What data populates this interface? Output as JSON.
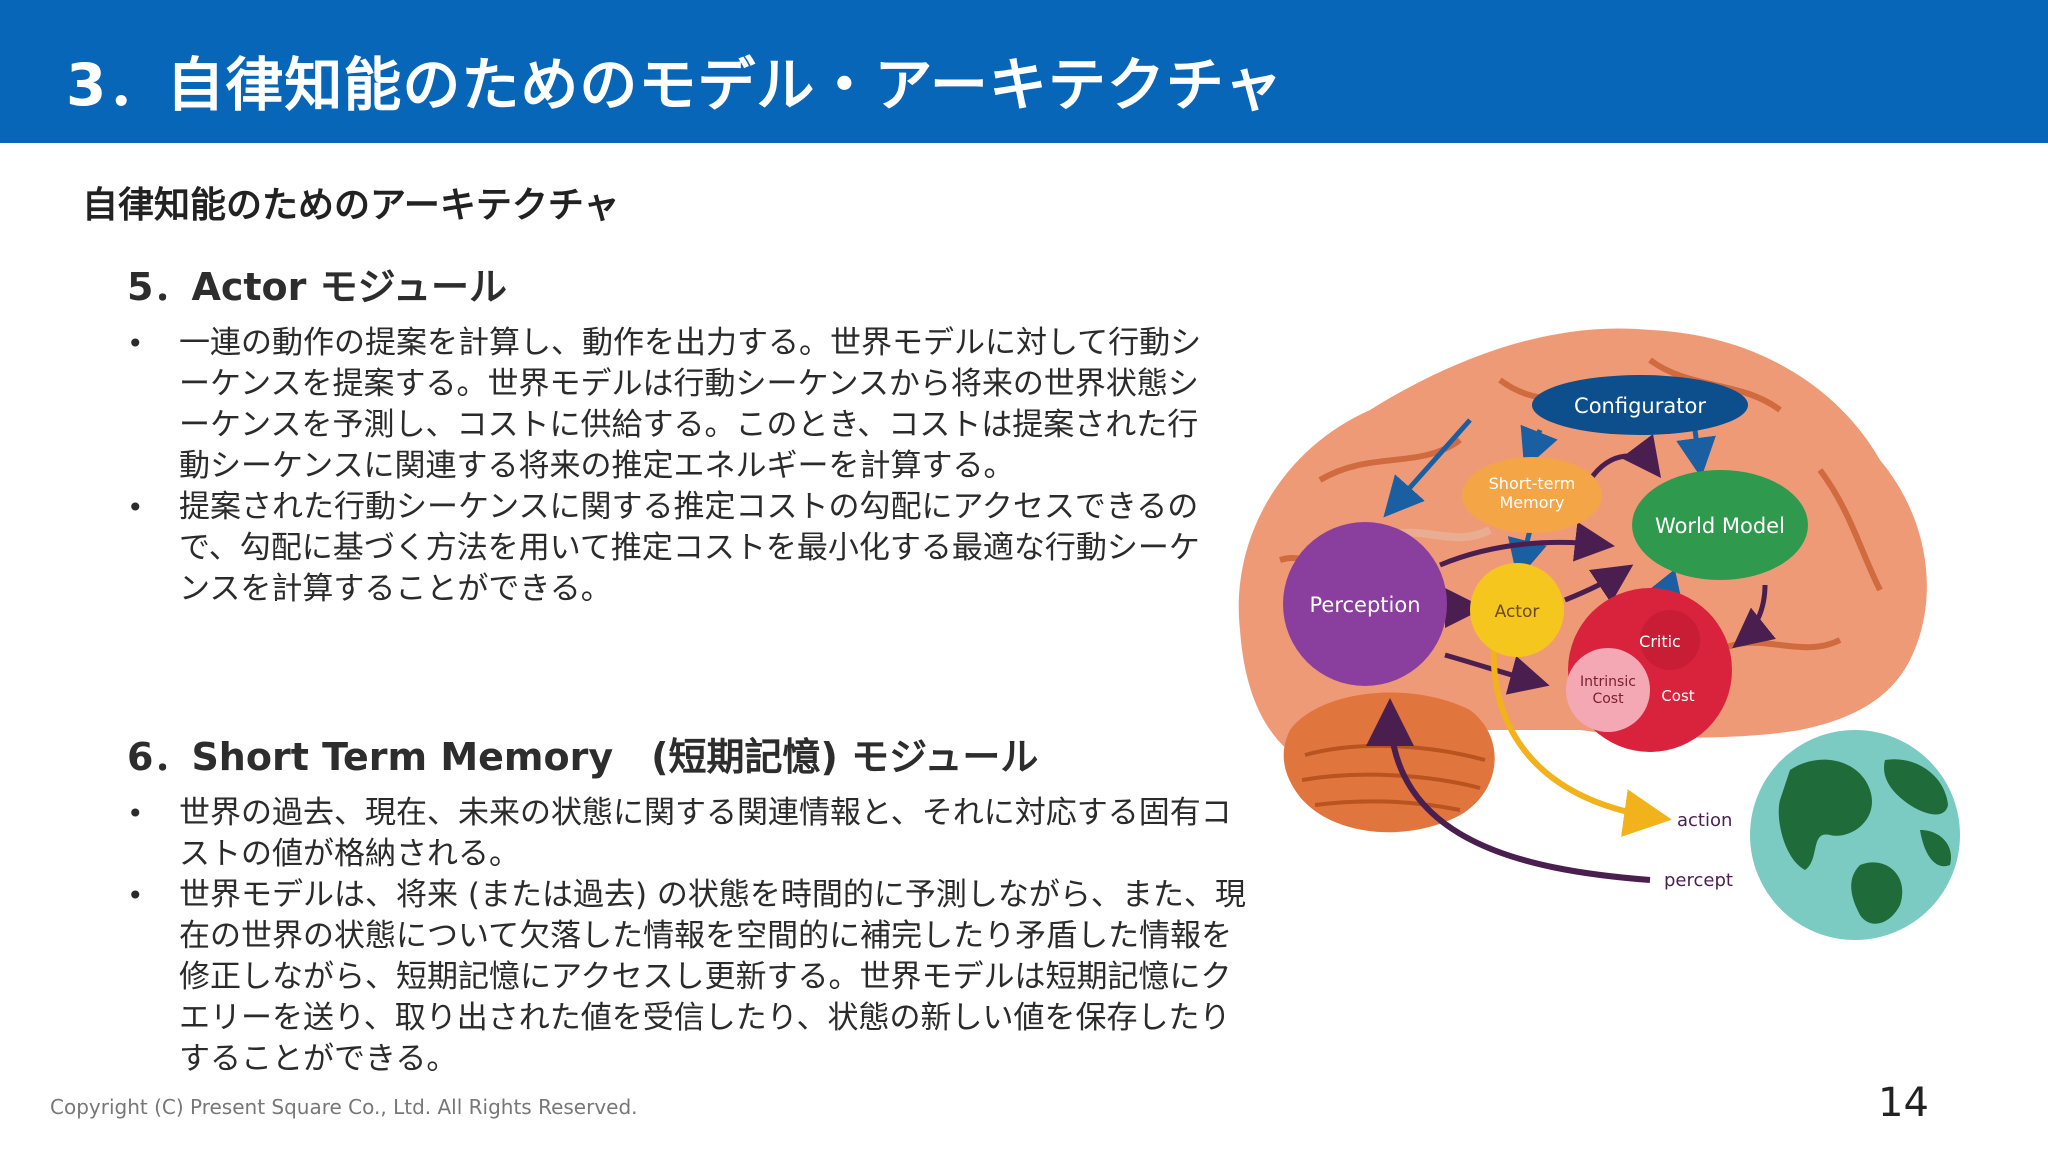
{
  "header": {
    "title": "3．自律知能のためのモデル・アーキテクチャ"
  },
  "subtitle": "自律知能のためのアーキテクチャ",
  "sections": [
    {
      "title": "5．Actor モジュール",
      "bullets": [
        "一連の動作の提案を計算し、動作を出力する。世界モデルに対して行動シーケンスを提案する。世界モデルは行動シーケンスから将来の世界状態シーケンスを予測し、コストに供給する。このとき、コストは提案された行動シーケンスに関連する将来の推定エネルギーを計算する。",
        "提案された行動シーケンスに関する推定コストの勾配にアクセスできるので、勾配に基づく方法を用いて推定コストを最小化する最適な行動シーケンスを計算することができる。"
      ]
    },
    {
      "title": "6．Short Term Memory　(短期記憶) モジュール",
      "bullets": [
        "世界の過去、現在、未来の状態に関する関連情報と、それに対応する固有コストの値が格納される。",
        "世界モデルは、将来 (または過去) の状態を時間的に予測しながら、また、現在の世界の状態について欠落した情報を空間的に補完したり矛盾した情報を修正しながら、短期記憶にアクセスし更新する。世界モデルは短期記憶にクエリーを送り、取り出された値を受信したり、状態の新しい値を保存したりすることができる。"
      ]
    }
  ],
  "diagram": {
    "nodes": {
      "configurator": "Configurator",
      "short_term_memory_line1": "Short-term",
      "short_term_memory_line2": "Memory",
      "world_model": "World Model",
      "perception": "Perception",
      "actor": "Actor",
      "critic": "Critic",
      "intrinsic_cost_line1": "Intrinsic",
      "intrinsic_cost_line2": "Cost",
      "cost": "Cost"
    },
    "labels": {
      "action": "action",
      "percept": "percept"
    },
    "colors": {
      "configurator": "#0d4f8c",
      "short_term_memory": "#f4a545",
      "world_model": "#2f9a4e",
      "perception": "#8a3f9e",
      "actor": "#f5c61d",
      "critic": "#d9233d",
      "intrinsic_cost": "#f3a8b4",
      "brain": "#ef9a77",
      "earth_water": "#7ccbc2",
      "earth_land": "#1f6b3a"
    }
  },
  "footer": {
    "copyright": "Copyright (C) Present Square Co., Ltd. All Rights Reserved.",
    "page_number": "14"
  }
}
